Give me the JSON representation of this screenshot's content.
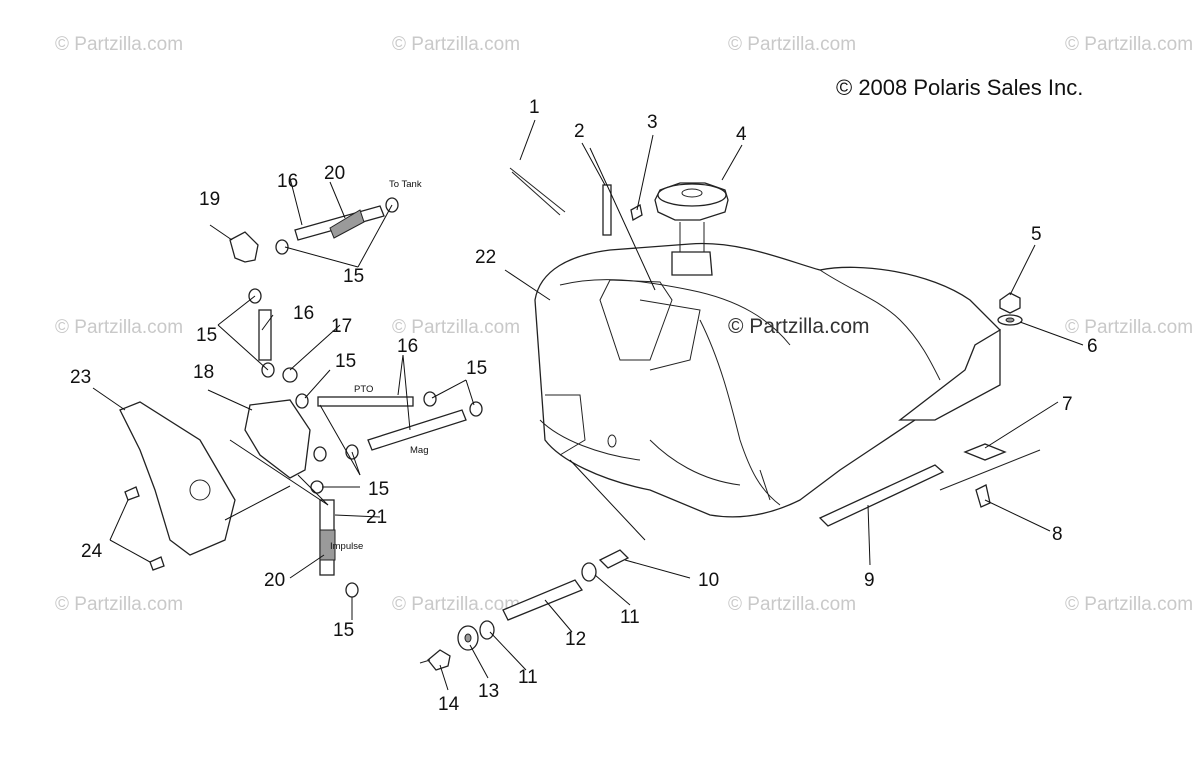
{
  "copyright": "© 2008 Polaris Sales Inc.",
  "watermark": "© Partzilla.com",
  "callouts": [
    "1",
    "2",
    "3",
    "4",
    "5",
    "6",
    "7",
    "8",
    "9",
    "10",
    "11",
    "11",
    "12",
    "13",
    "14",
    "15",
    "15",
    "15",
    "15",
    "15",
    "15",
    "16",
    "16",
    "16",
    "17",
    "18",
    "19",
    "20",
    "20",
    "21",
    "22",
    "23",
    "24"
  ],
  "hose_labels": {
    "to_tank": "To Tank",
    "pto": "PTO",
    "mag": "Mag",
    "impulse": "Impulse"
  }
}
